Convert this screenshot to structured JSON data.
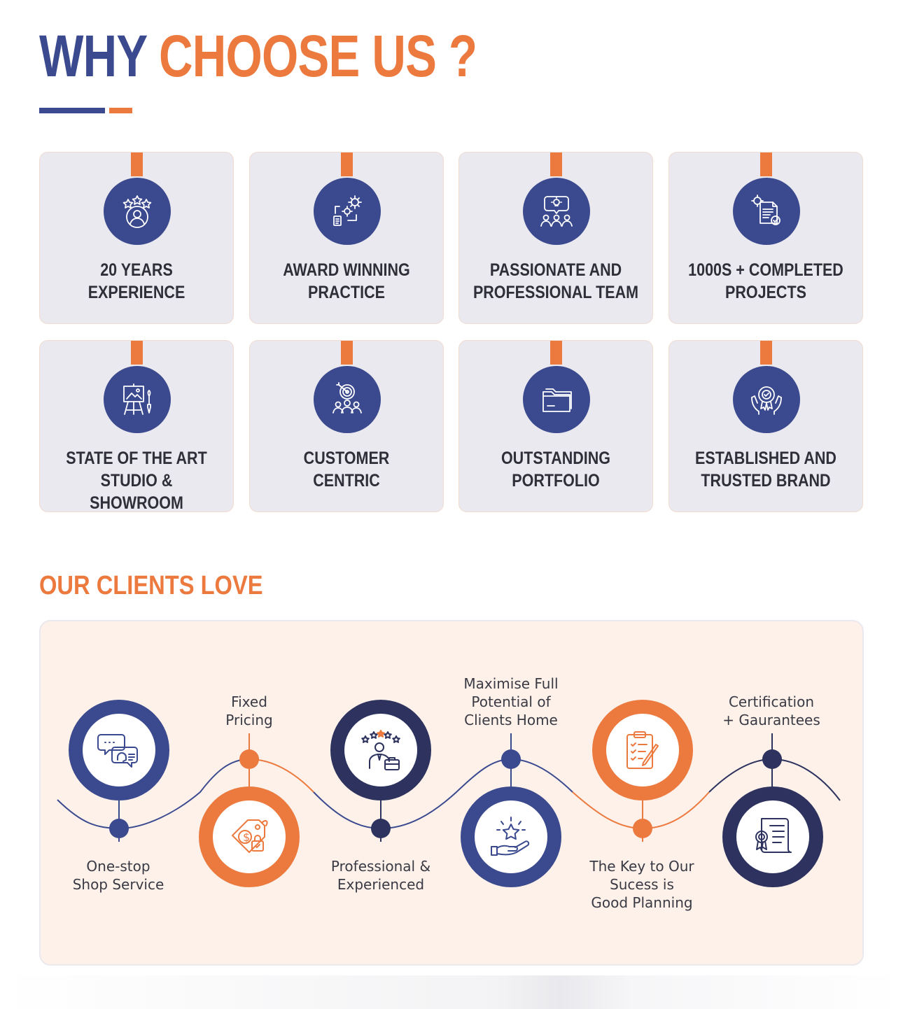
{
  "header": {
    "title_part1": "WHY",
    "title_part2": "CHOOSE US ?"
  },
  "features": [
    {
      "label": "20 YEARS\nEXPERIENCE",
      "icon": "stars-person-icon"
    },
    {
      "label": "AWARD WINNING\nPRACTICE",
      "icon": "gear-process-icon"
    },
    {
      "label": "PASSIONATE AND\nPROFESSIONAL TEAM",
      "icon": "team-idea-icon"
    },
    {
      "label": "1000S + COMPLETED\nPROJECTS",
      "icon": "document-check-icon"
    },
    {
      "label": "STATE OF THE ART\nSTUDIO & SHOWROOM",
      "icon": "easel-brush-icon"
    },
    {
      "label": "CUSTOMER\nCENTRIC",
      "icon": "target-people-icon"
    },
    {
      "label": "OUTSTANDING\nPORTFOLIO",
      "icon": "folder-icon"
    },
    {
      "label": "ESTABLISHED AND\nTRUSTED BRAND",
      "icon": "trust-badge-hands-icon"
    }
  ],
  "clients": {
    "title": "OUR CLIENTS LOVE",
    "items": [
      {
        "label": "One-stop\nShop Service",
        "icon": "chat-support-icon"
      },
      {
        "label": "Fixed\nPricing",
        "icon": "price-tag-lock-icon"
      },
      {
        "label": "Professional &\nExperienced",
        "icon": "person-stars-briefcase-icon"
      },
      {
        "label": "Maximise Full\nPotential of\nClients Home",
        "icon": "hand-star-icon"
      },
      {
        "label": "The Key to Our\nSucess is\nGood Planning",
        "icon": "clipboard-pen-icon"
      },
      {
        "label": "Certification\n+ Gaurantees",
        "icon": "certificate-icon"
      }
    ]
  },
  "colors": {
    "brand_blue": "#3b4a8f",
    "brand_orange": "#ec7a3f",
    "brand_navy": "#2d325e",
    "card_bg": "#e9e9ef",
    "panel_bg": "#fdf1ea"
  }
}
